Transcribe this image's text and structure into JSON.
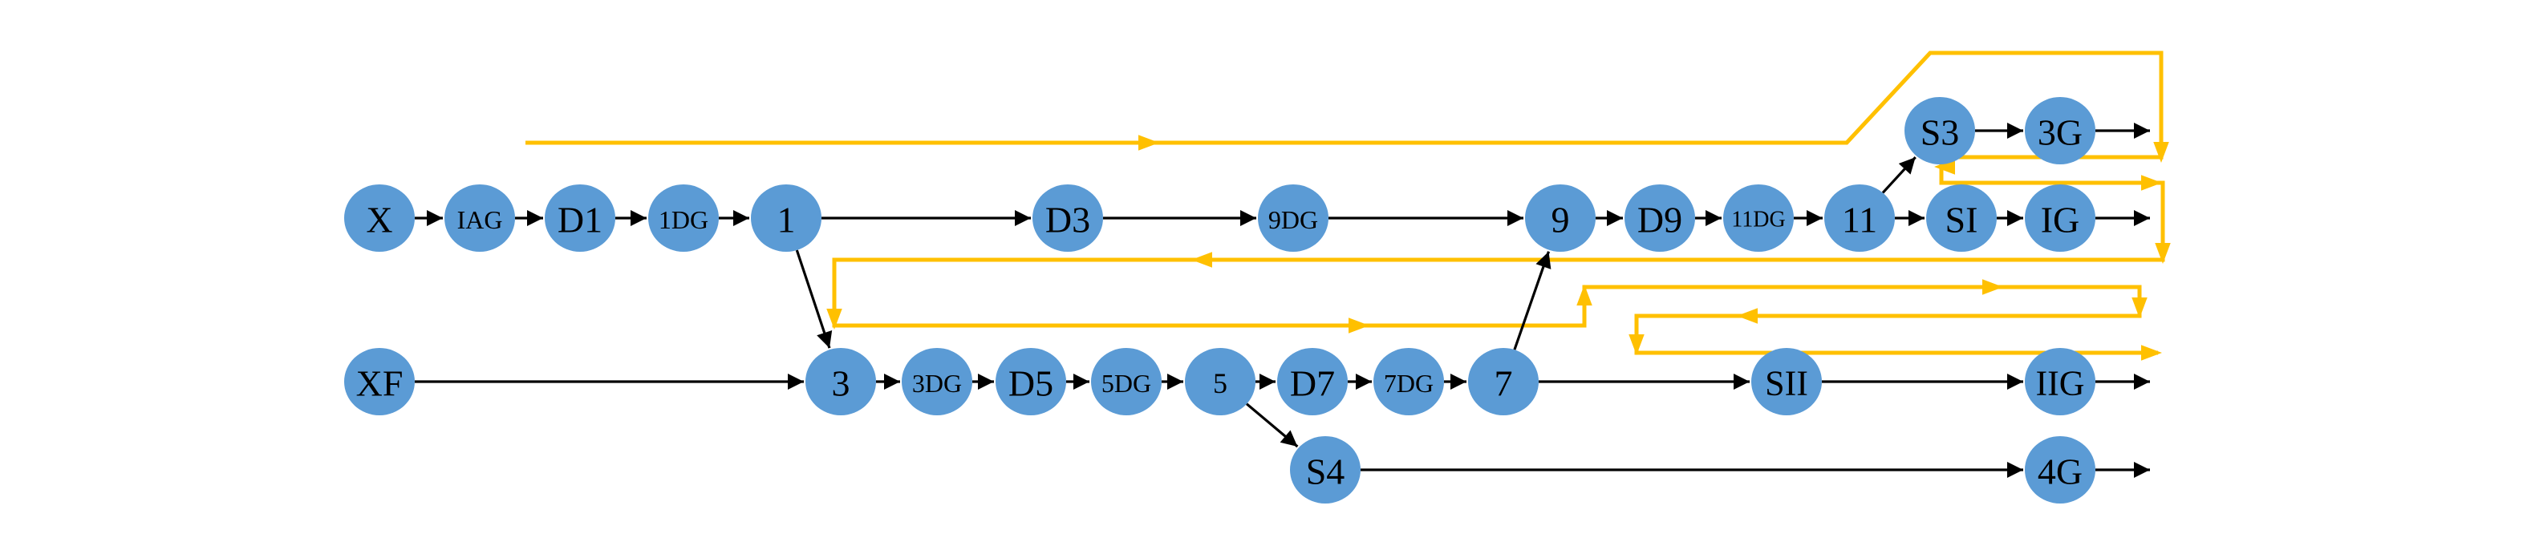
{
  "nodes": [
    {
      "id": "X",
      "label": "X"
    },
    {
      "id": "IAG",
      "label": "IAG"
    },
    {
      "id": "D1",
      "label": "D1"
    },
    {
      "id": "1DG",
      "label": "1DG"
    },
    {
      "id": "1",
      "label": "1"
    },
    {
      "id": "D3",
      "label": "D3"
    },
    {
      "id": "9DG",
      "label": "9DG"
    },
    {
      "id": "9",
      "label": "9"
    },
    {
      "id": "D9",
      "label": "D9"
    },
    {
      "id": "11DG",
      "label": "11DG"
    },
    {
      "id": "11",
      "label": "11"
    },
    {
      "id": "S3",
      "label": "S3"
    },
    {
      "id": "3G",
      "label": "3G"
    },
    {
      "id": "SI",
      "label": "SI"
    },
    {
      "id": "IG",
      "label": "IG"
    },
    {
      "id": "XF",
      "label": "XF"
    },
    {
      "id": "3",
      "label": "3"
    },
    {
      "id": "3DG",
      "label": "3DG"
    },
    {
      "id": "D5",
      "label": "D5"
    },
    {
      "id": "5DG",
      "label": "5DG"
    },
    {
      "id": "5",
      "label": "5"
    },
    {
      "id": "D7",
      "label": "D7"
    },
    {
      "id": "7DG",
      "label": "7DG"
    },
    {
      "id": "7",
      "label": "7"
    },
    {
      "id": "SII",
      "label": "SII"
    },
    {
      "id": "IIG",
      "label": "IIG"
    },
    {
      "id": "S4",
      "label": "S4"
    },
    {
      "id": "4G",
      "label": "4G"
    }
  ],
  "edges": [
    {
      "from": "X",
      "to": "IAG"
    },
    {
      "from": "IAG",
      "to": "D1"
    },
    {
      "from": "D1",
      "to": "1DG"
    },
    {
      "from": "1DG",
      "to": "1"
    },
    {
      "from": "1",
      "to": "D3"
    },
    {
      "from": "D3",
      "to": "9DG"
    },
    {
      "from": "9DG",
      "to": "9"
    },
    {
      "from": "9",
      "to": "D9"
    },
    {
      "from": "D9",
      "to": "11DG"
    },
    {
      "from": "11DG",
      "to": "11"
    },
    {
      "from": "11",
      "to": "SI"
    },
    {
      "from": "11",
      "to": "S3"
    },
    {
      "from": "S3",
      "to": "3G"
    },
    {
      "from": "SI",
      "to": "IG"
    },
    {
      "from": "1",
      "to": "3"
    },
    {
      "from": "XF",
      "to": "3"
    },
    {
      "from": "3",
      "to": "3DG"
    },
    {
      "from": "3DG",
      "to": "D5"
    },
    {
      "from": "D5",
      "to": "5DG"
    },
    {
      "from": "5DG",
      "to": "5"
    },
    {
      "from": "5",
      "to": "D7"
    },
    {
      "from": "D7",
      "to": "7DG"
    },
    {
      "from": "7DG",
      "to": "7"
    },
    {
      "from": "7",
      "to": "9"
    },
    {
      "from": "7",
      "to": "SII"
    },
    {
      "from": "SII",
      "to": "IIG"
    },
    {
      "from": "5",
      "to": "S4"
    },
    {
      "from": "S4",
      "to": "4G"
    },
    {
      "from": "3G",
      "to": null
    },
    {
      "from": "IG",
      "to": null
    },
    {
      "from": "IIG",
      "to": null
    },
    {
      "from": "4G",
      "to": null
    }
  ],
  "colors": {
    "node_fill": "#5b9bd5",
    "edge": "#000000",
    "flow_path": "#ffc000",
    "background": "#ffffff"
  }
}
